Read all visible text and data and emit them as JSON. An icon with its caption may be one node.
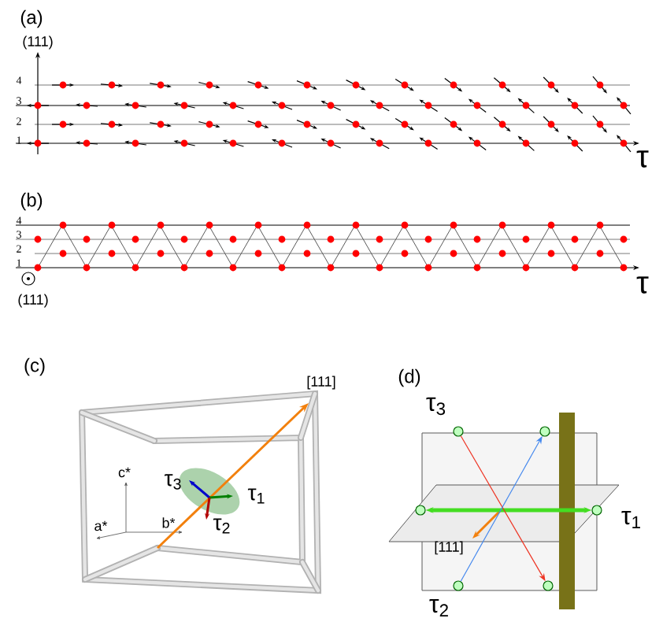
{
  "diagram": {
    "nodes": [
      {
        "text": [],
        "shape": "circle",
        "beside": [
          "τ$_{3}$"
        ]
      },
      {
        "text": [],
        "shape": "circle"
      },
      {
        "text": [],
        "shape": "circle"
      },
      {
        "text": [],
        "shape": "circle",
        "beside": [
          "τ$_{1}$"
        ]
      },
      {
        "text": [],
        "shape": "circle",
        "beside": [
          "τ$_{2}$"
        ]
      },
      {
        "text": [],
        "shape": "circle"
      }
    ],
    "edges": [
      {
        "from": 2,
        "to": 3,
        "arrow": "both",
        "style": "thick",
        "color": "#44dd22"
      },
      {
        "from": 0,
        "to": 5,
        "arrow": "to",
        "color": "#ee3322"
      },
      {
        "from": 4,
        "to": 1,
        "arrow": "to",
        "color": "#4488ee"
      }
    ],
    "labels": [
      "(a)",
      "(111)",
      "4",
      "3",
      "2",
      "1",
      "τ",
      "(b)",
      "4",
      "3",
      "2",
      "1",
      "(111)",
      "τ",
      "(c)",
      "[111]",
      "τ$_{3}$",
      "c*",
      "τ$_{1}$",
      "a*",
      "b*",
      "τ$_{2}$",
      "(d)",
      "[111]"
    ]
  }
}
